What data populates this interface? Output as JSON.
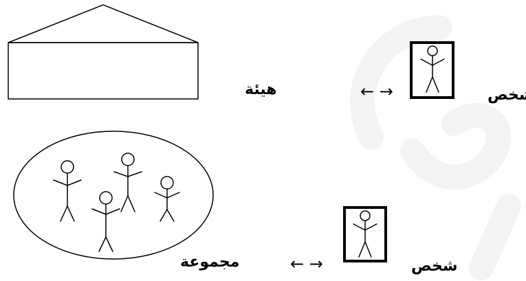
{
  "row1": {
    "left_label": "هيئة",
    "arrows": "← →",
    "right_label": "شخص"
  },
  "row2": {
    "left_label": "مجموعة",
    "arrows": "← →",
    "right_label": "شخص"
  },
  "colors": {
    "ink": "#000000",
    "background": "#ffffff",
    "watermark": "#f4f4f4"
  },
  "icons": {
    "building": "house-outline-icon",
    "group": "group-of-people-icon",
    "person": "framed-person-icon"
  }
}
